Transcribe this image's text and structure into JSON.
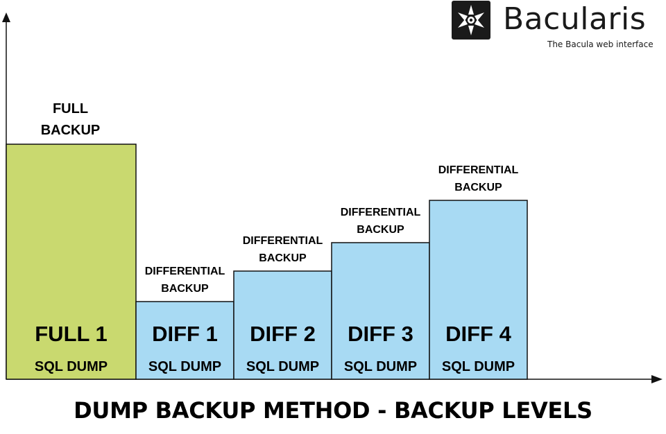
{
  "brand": {
    "name": "Bacularis",
    "tagline": "The Bacula web interface",
    "mark_color": "#1a1a1a"
  },
  "title": "DUMP BACKUP METHOD - BACKUP LEVELS",
  "colors": {
    "full": "#c9d96f",
    "diff": "#a8daf3",
    "border": "#111111",
    "axis": "#111111"
  },
  "levels": [
    {
      "kind": "full",
      "name": "FULL  1",
      "sub": "SQL  DUMP",
      "label_lines": [
        "FULL",
        "BACKUP"
      ],
      "relative_size": 1.0
    },
    {
      "kind": "diff",
      "name": "DIFF 1",
      "sub": "SQL  DUMP",
      "label_lines": [
        "DIFFERENTIAL",
        "BACKUP"
      ],
      "relative_size": 0.33
    },
    {
      "kind": "diff",
      "name": "DIFF 2",
      "sub": "SQL  DUMP",
      "label_lines": [
        "DIFFERENTIAL",
        "BACKUP"
      ],
      "relative_size": 0.46
    },
    {
      "kind": "diff",
      "name": "DIFF 3",
      "sub": "SQL  DUMP",
      "label_lines": [
        "DIFFERENTIAL",
        "BACKUP"
      ],
      "relative_size": 0.58
    },
    {
      "kind": "diff",
      "name": "DIFF 4",
      "sub": "SQL  DUMP",
      "label_lines": [
        "DIFFERENTIAL",
        "BACKUP"
      ],
      "relative_size": 0.76
    }
  ]
}
